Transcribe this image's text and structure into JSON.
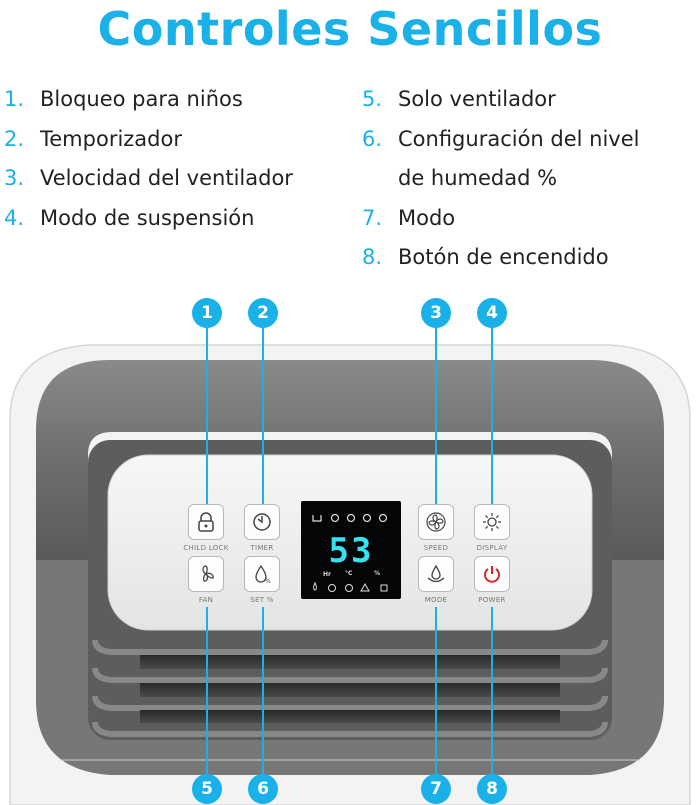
{
  "title": "Controles Sencillos",
  "legend": {
    "left": [
      {
        "num": "1.",
        "text": "Bloqueo para niños"
      },
      {
        "num": "2.",
        "text": "Temporizador"
      },
      {
        "num": "3.",
        "text": "Velocidad del ventilador"
      },
      {
        "num": "4.",
        "text": "Modo de suspensión"
      }
    ],
    "right": [
      {
        "num": "5.",
        "text": "Solo ventilador"
      },
      {
        "num": "6.",
        "text": "Configuración del nivel",
        "text2": "de humedad %"
      },
      {
        "num": "7.",
        "text": "Modo"
      },
      {
        "num": "8.",
        "text": "Botón de encendido"
      }
    ]
  },
  "callouts": [
    "1",
    "2",
    "3",
    "4",
    "5",
    "6",
    "7",
    "8"
  ],
  "buttons": {
    "child_lock": "CHILD LOCK",
    "timer": "TIMER",
    "speed": "SPEED",
    "display": "DISPLAY",
    "fan": "FAN",
    "set": "SET %",
    "mode": "MODE",
    "power": "POWER"
  },
  "screen": {
    "value": "53",
    "hr": "Hr",
    "celsius": "°C",
    "percent": "%"
  },
  "colors": {
    "accent": "#1ab0e8",
    "power": "#d9262e",
    "display": "#35e2f2"
  }
}
